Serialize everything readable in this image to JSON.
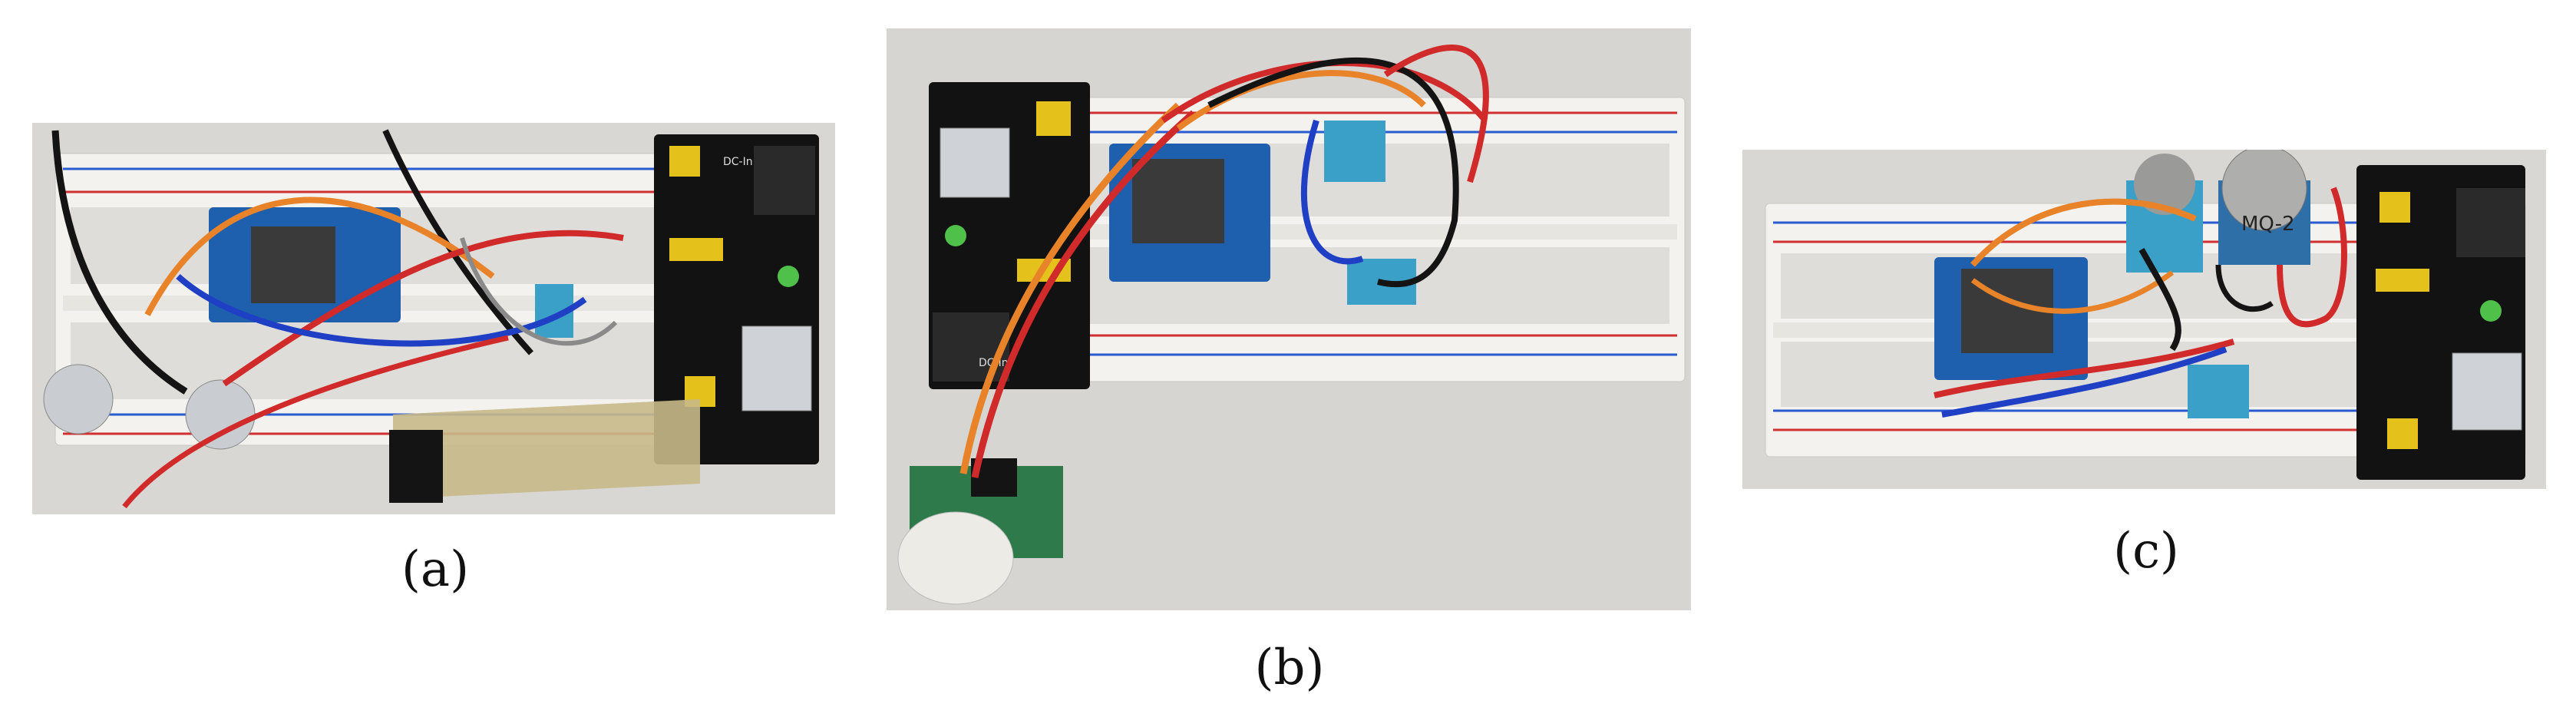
{
  "figure": {
    "panels": [
      {
        "id": "a",
        "caption": "(a)"
      },
      {
        "id": "b",
        "caption": "(b)"
      },
      {
        "id": "c",
        "caption": "(c)"
      }
    ],
    "board_labels": {
      "panel_a_power_jack": "DC-In",
      "panel_b_power_jack": "DC-In",
      "panel_c_sensor": "MQ-2"
    },
    "colors": {
      "background_gray": "#d6d6d4",
      "breadboard": "#f2f1ee",
      "power_module": "#111111",
      "microcontroller": "#1e5fae",
      "dht_sensor": "#3aa0c8",
      "wire_orange": "#e8832a",
      "wire_red": "#d12a2a",
      "wire_blue": "#1f3fc4",
      "wire_black": "#141414"
    }
  }
}
